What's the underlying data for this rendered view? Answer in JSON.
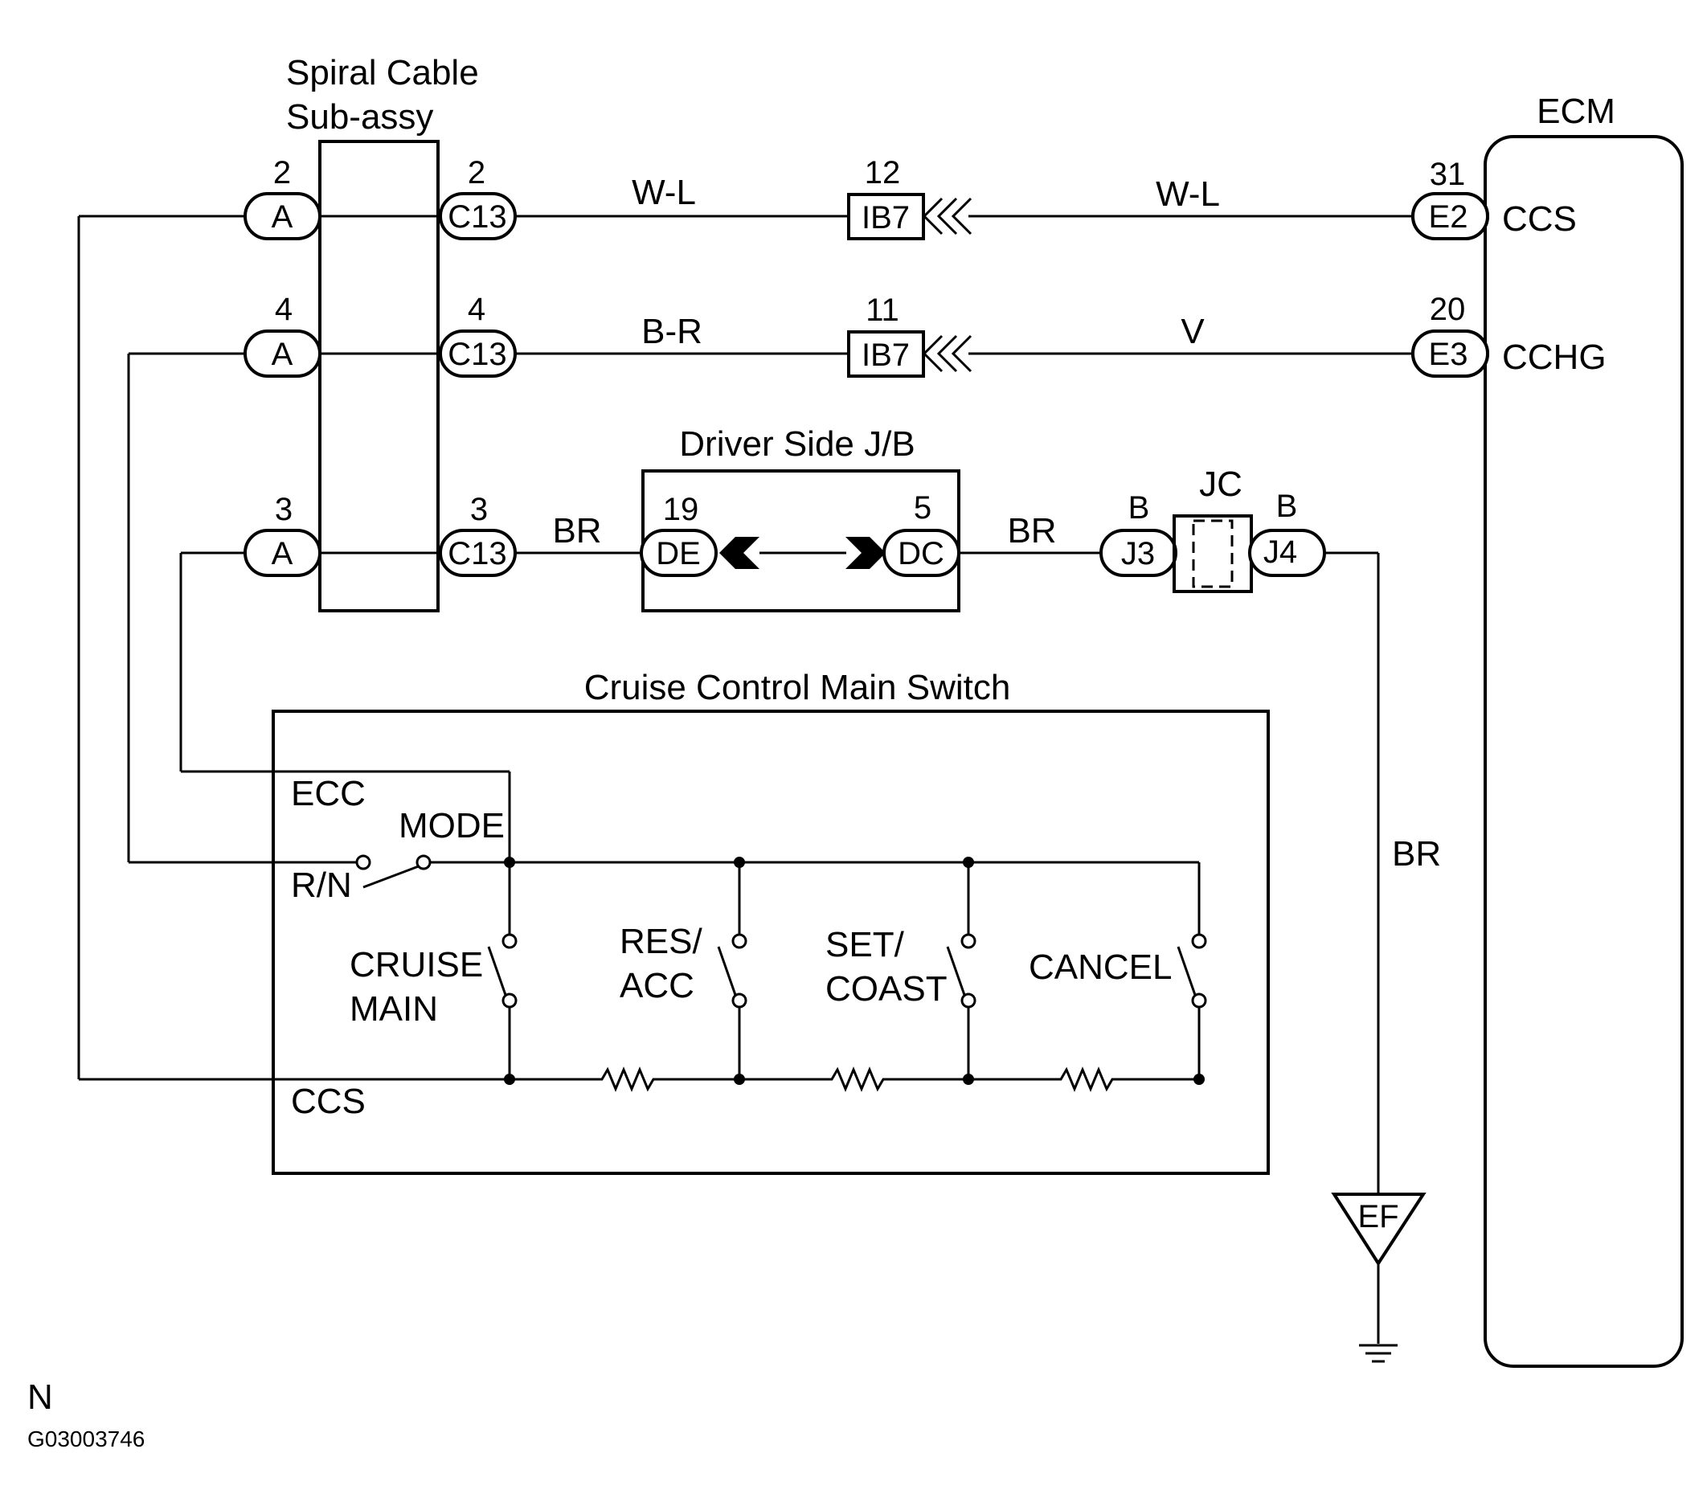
{
  "diagram": {
    "spiral_title_1": "Spiral Cable",
    "spiral_title_2": "Sub-assy",
    "ecm_title": "ECM",
    "ecm_ccs": "CCS",
    "ecm_cchg": "CCHG",
    "jb_title": "Driver Side J/B",
    "jc_title": "JC",
    "switch_title": "Cruise Control Main Switch",
    "row1": {
      "a_pin": "2",
      "a": "A",
      "c_pin": "2",
      "c": "C13",
      "wire1": "W-L",
      "ib_pin": "12",
      "ib": "IB7",
      "wire2": "W-L",
      "e_pin": "31",
      "e": "E2"
    },
    "row2": {
      "a_pin": "4",
      "a": "A",
      "c_pin": "4",
      "c": "C13",
      "wire1": "B-R",
      "ib_pin": "11",
      "ib": "IB7",
      "wire2": "V",
      "e_pin": "20",
      "e": "E3"
    },
    "row3": {
      "a_pin": "3",
      "a": "A",
      "c_pin": "3",
      "c": "C13",
      "wire1": "BR",
      "de_pin": "19",
      "de": "DE",
      "dc_pin": "5",
      "dc": "DC",
      "wire2": "BR",
      "j3_wire": "B",
      "j3": "J3",
      "j4_wire": "B",
      "j4": "J4"
    },
    "ground_wire": "BR",
    "ground": "EF",
    "switch": {
      "ecc": "ECC",
      "mode": "MODE",
      "rn": "R/N",
      "ccs": "CCS",
      "cruise_1": "CRUISE",
      "cruise_2": "MAIN",
      "res_1": "RES/",
      "res_2": "ACC",
      "set_1": "SET/",
      "set_2": "COAST",
      "cancel": "CANCEL"
    },
    "corner_letter": "N",
    "figure_id": "G03003746"
  }
}
